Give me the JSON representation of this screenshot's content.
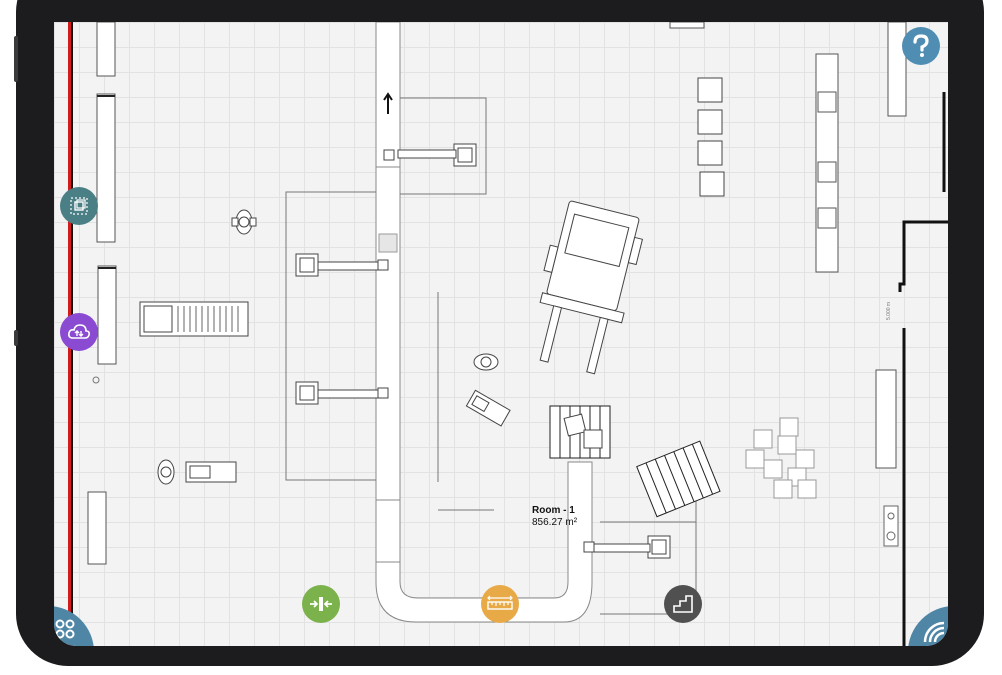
{
  "room": {
    "name": "Room - 1",
    "area": "856.27 m²"
  },
  "dimension_label": "5.000 m",
  "colors": {
    "help": "#4f8db3",
    "layers": "#4a7f86",
    "cloud": "#8a4ad1",
    "fit": "#7cb24c",
    "measure": "#e8aa47",
    "stairs": "#505050",
    "corner": "#4f86a6"
  },
  "icons": {
    "help": "help-icon",
    "layers": "layers-icon",
    "cloud": "cloud-sync-icon",
    "fit": "fit-width-icon",
    "measure": "ruler-icon",
    "stairs": "stairs-icon",
    "menu": "grid-menu-icon",
    "wifi": "wifi-icon"
  }
}
